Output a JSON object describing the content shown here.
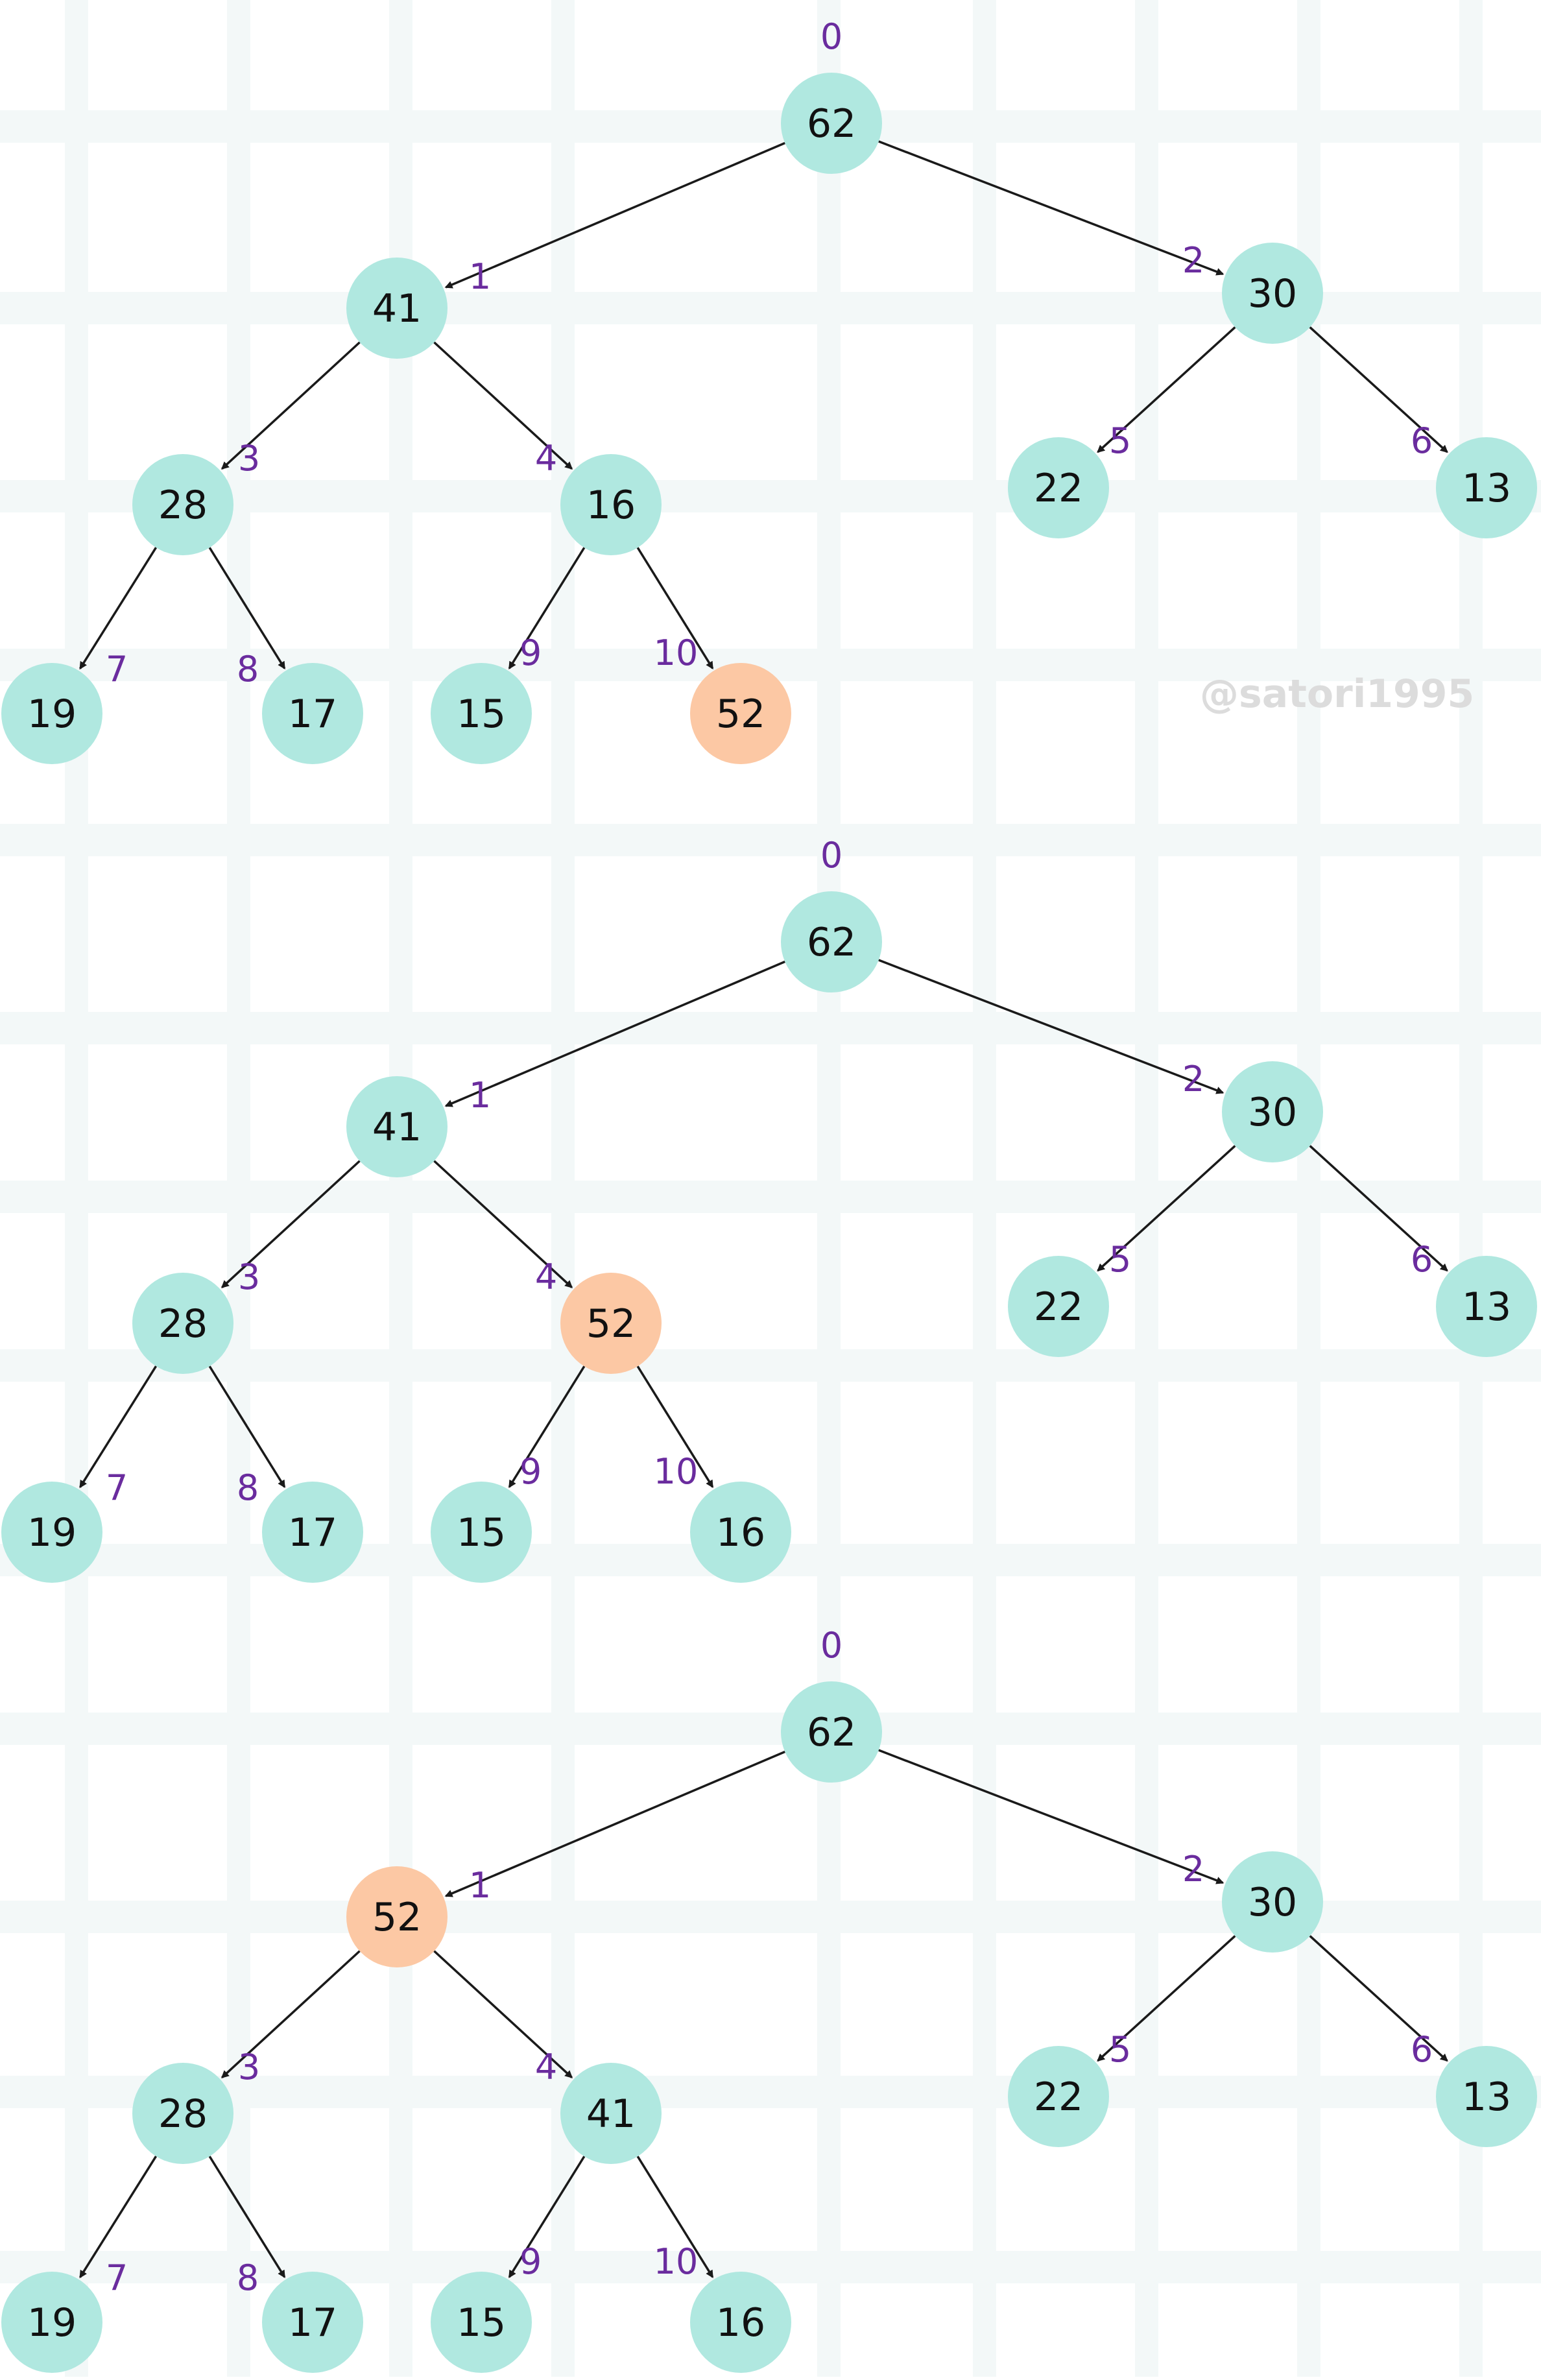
{
  "colors": {
    "node_default": "#b0e8e0",
    "node_highlight": "#fcc8a4",
    "edge": "#1a1a1a",
    "index_text": "#6a2c9e",
    "watermark": "#dcdcdc",
    "grid_light": "#f3f8f8"
  },
  "watermark": "@satori1995",
  "edges": [
    [
      0,
      1
    ],
    [
      0,
      2
    ],
    [
      1,
      3
    ],
    [
      1,
      4
    ],
    [
      2,
      5
    ],
    [
      2,
      6
    ],
    [
      3,
      7
    ],
    [
      3,
      8
    ],
    [
      4,
      9
    ],
    [
      4,
      10
    ]
  ],
  "trees": [
    {
      "nodes": [
        {
          "index": "0",
          "value": "62",
          "highlight": false
        },
        {
          "index": "1",
          "value": "41",
          "highlight": false
        },
        {
          "index": "2",
          "value": "30",
          "highlight": false
        },
        {
          "index": "3",
          "value": "28",
          "highlight": false
        },
        {
          "index": "4",
          "value": "16",
          "highlight": false
        },
        {
          "index": "5",
          "value": "22",
          "highlight": false
        },
        {
          "index": "6",
          "value": "13",
          "highlight": false
        },
        {
          "index": "7",
          "value": "19",
          "highlight": false
        },
        {
          "index": "8",
          "value": "17",
          "highlight": false
        },
        {
          "index": "9",
          "value": "15",
          "highlight": false
        },
        {
          "index": "10",
          "value": "52",
          "highlight": true
        }
      ]
    },
    {
      "nodes": [
        {
          "index": "0",
          "value": "62",
          "highlight": false
        },
        {
          "index": "1",
          "value": "41",
          "highlight": false
        },
        {
          "index": "2",
          "value": "30",
          "highlight": false
        },
        {
          "index": "3",
          "value": "28",
          "highlight": false
        },
        {
          "index": "4",
          "value": "52",
          "highlight": true
        },
        {
          "index": "5",
          "value": "22",
          "highlight": false
        },
        {
          "index": "6",
          "value": "13",
          "highlight": false
        },
        {
          "index": "7",
          "value": "19",
          "highlight": false
        },
        {
          "index": "8",
          "value": "17",
          "highlight": false
        },
        {
          "index": "9",
          "value": "15",
          "highlight": false
        },
        {
          "index": "10",
          "value": "16",
          "highlight": false
        }
      ]
    },
    {
      "nodes": [
        {
          "index": "0",
          "value": "62",
          "highlight": false
        },
        {
          "index": "1",
          "value": "52",
          "highlight": true
        },
        {
          "index": "2",
          "value": "30",
          "highlight": false
        },
        {
          "index": "3",
          "value": "28",
          "highlight": false
        },
        {
          "index": "4",
          "value": "41",
          "highlight": false
        },
        {
          "index": "5",
          "value": "22",
          "highlight": false
        },
        {
          "index": "6",
          "value": "13",
          "highlight": false
        },
        {
          "index": "7",
          "value": "19",
          "highlight": false
        },
        {
          "index": "8",
          "value": "17",
          "highlight": false
        },
        {
          "index": "9",
          "value": "15",
          "highlight": false
        },
        {
          "index": "10",
          "value": "16",
          "highlight": false
        }
      ]
    }
  ]
}
